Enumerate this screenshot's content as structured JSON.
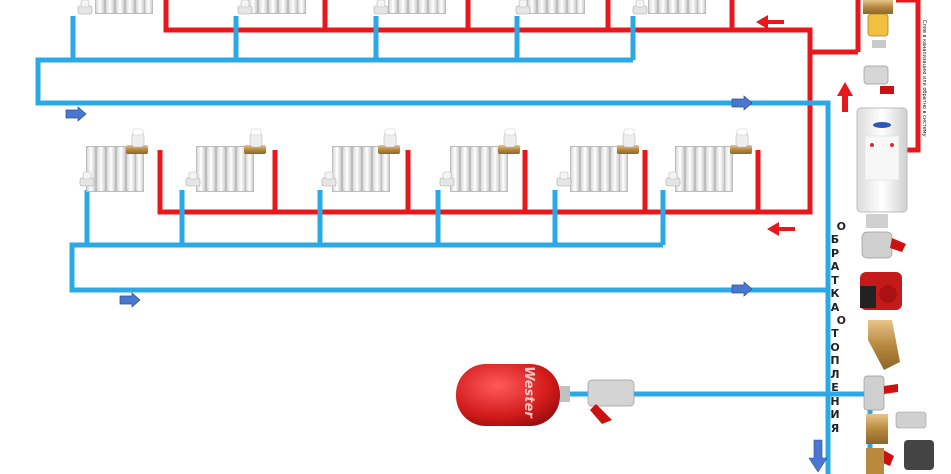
{
  "labels": {
    "return_line": "ОБРАТКА",
    "heating": "ОТОПЛЕНИЯ",
    "drain_note": "Слив в канализацию или обратно в систему",
    "tank_brand": "Wester"
  },
  "colors": {
    "supply": "#e8171b",
    "return": "#2ba8e6",
    "flow_arrow": "#4a78d0",
    "tank": "#d92020"
  },
  "icons": [
    "radiator-icon",
    "thermostatic-valve-icon",
    "shutoff-valve-icon",
    "flow-arrow-icon",
    "boiler-icon",
    "circulation-pump-icon",
    "strainer-icon",
    "ball-valve-icon",
    "expansion-tank-icon"
  ]
}
